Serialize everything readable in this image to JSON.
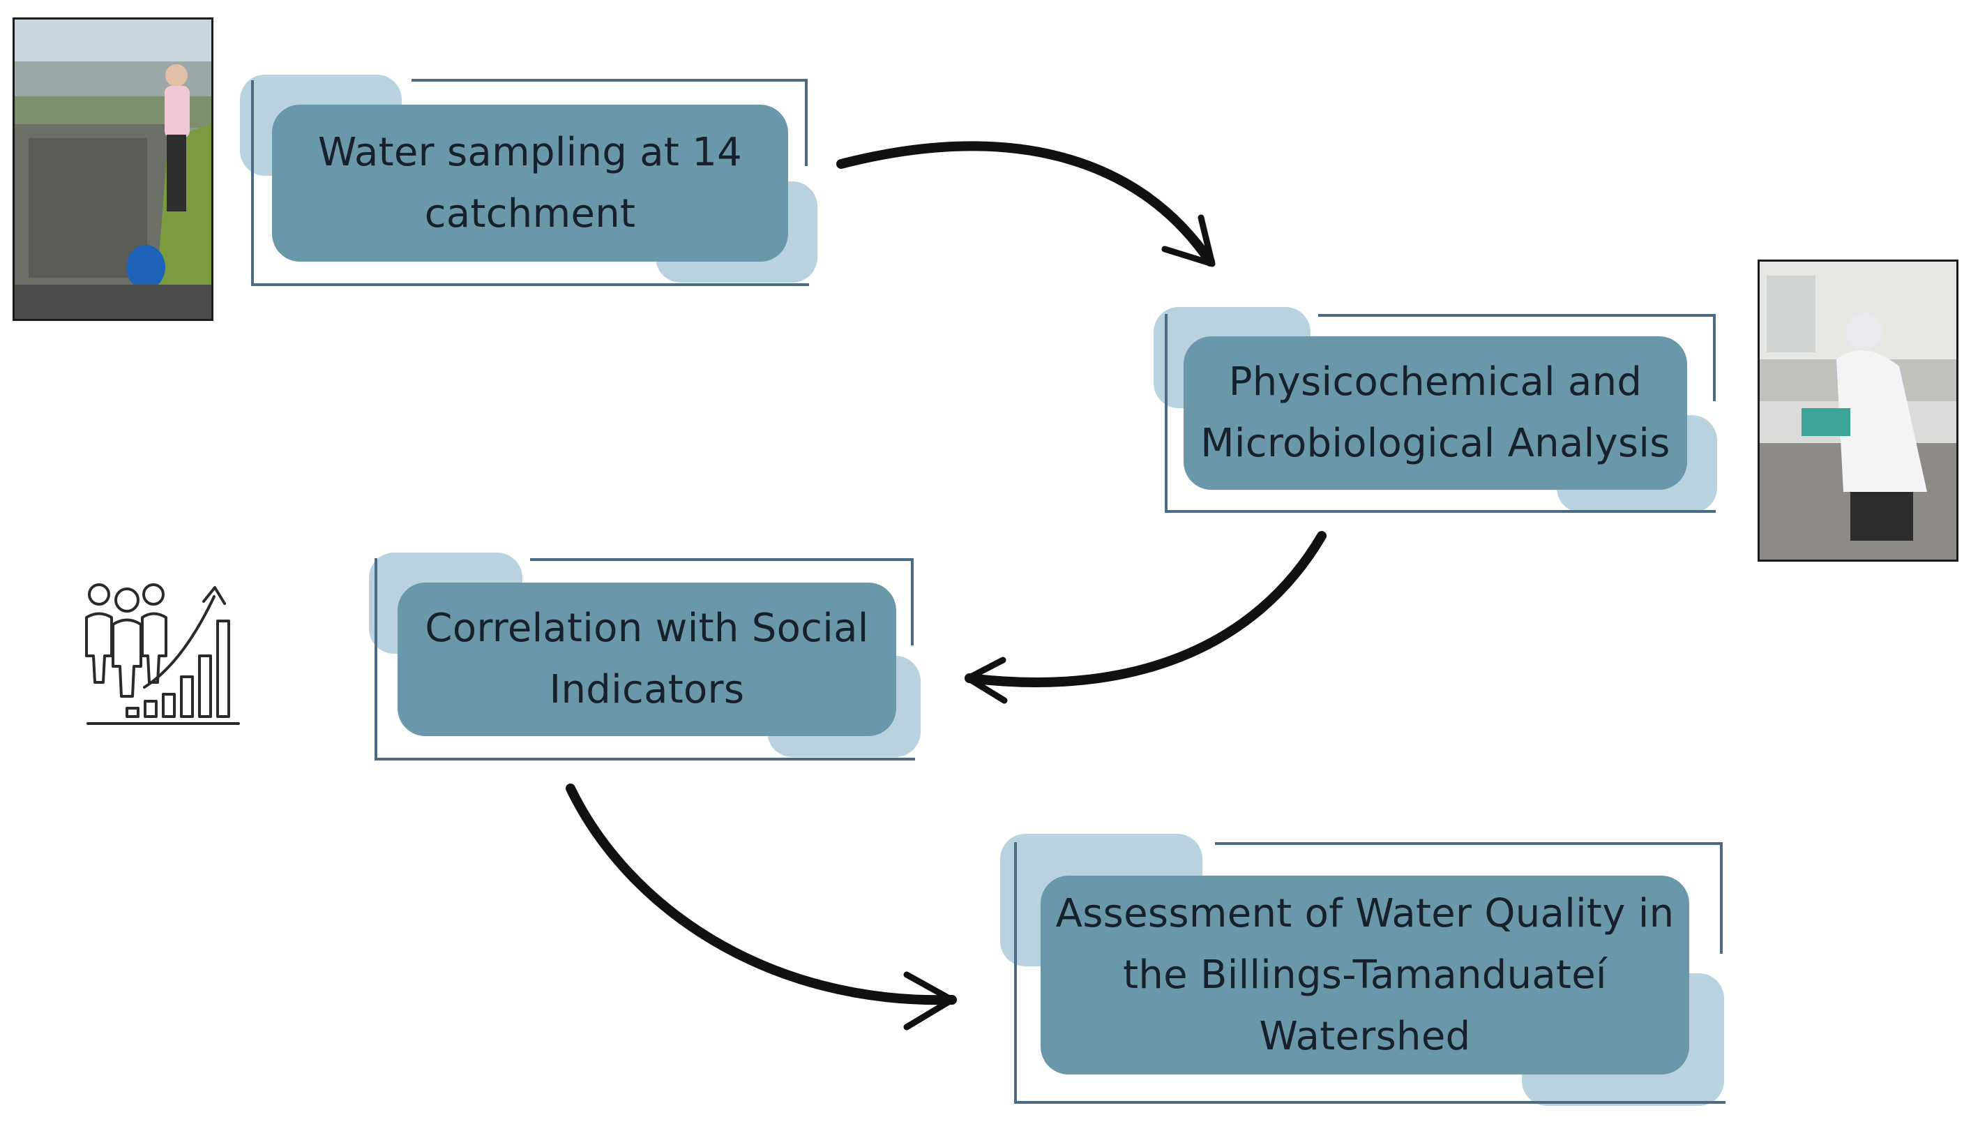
{
  "steps": [
    {
      "label": "Water sampling at 14 catchment"
    },
    {
      "label": "Physicochemical and Microbiological Analysis"
    },
    {
      "label": "Correlation with Social Indicators"
    },
    {
      "label": "Assessment of Water Quality in the Billings-Tamanduateí Watershed"
    }
  ],
  "icons": {
    "sampling_photo": "field-sampling-photo",
    "lab_photo": "lab-analysis-photo",
    "social_indicators": "people-growth-chart-icon"
  },
  "colors": {
    "box_fill": "#6a97aa",
    "accent_light": "#b8d2e0",
    "frame_line": "#4b6a83",
    "arrow": "#111111",
    "text": "#16212b"
  }
}
